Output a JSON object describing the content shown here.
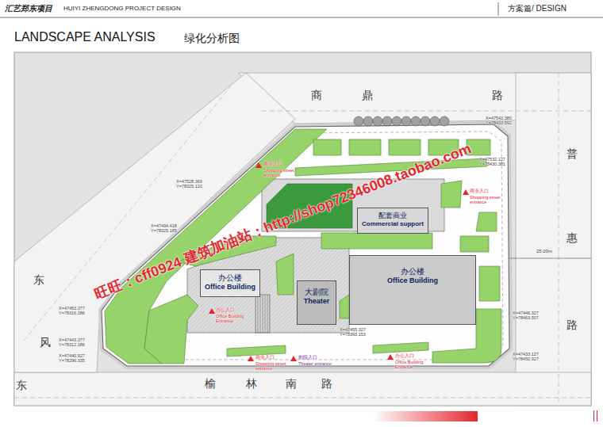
{
  "diagram": {
    "title": "LANDSCAPE ANALYSIS",
    "nodes": [
      {
        "text": [
          "配套商业",
          "Commercial support"
        ]
      },
      {
        "text": [
          "办公楼",
          "Office Building"
        ]
      },
      {
        "text": [
          "办公楼",
          "Office Building"
        ]
      },
      {
        "text": [
          "大剧院",
          "Theater"
        ]
      }
    ],
    "labels": [
      "汇艺郑东项目",
      "HUIYI ZHENGDONG PROJECT DESIGN",
      "方案篇/ DESIGN",
      "绿化分析图",
      "商",
      "鼎",
      "路",
      "普",
      "惠",
      "路",
      "东",
      "风",
      "东",
      "榆",
      "林",
      "南",
      "路",
      "旺旺：cff0924 建筑加油站：http://shop72346008.taobao.com",
      "商业入口",
      "Shopping street entrance",
      "商业入口",
      "Shopping street entrance",
      "办公入口",
      "Office Building Entrance",
      "商业入口",
      "Shopping street entrance",
      "剧院入口",
      "Theater entrance",
      "办公入口",
      "Office Building Entrance",
      "X=47543.380 Y=78433.592",
      "X=47532.127 Y=78430.381",
      "X=47528.369 Y=78325.120",
      "X=47494.418 Y=78325.185",
      "X=47453.377 Y=78316.186",
      "X=47443.377 Y=78312.186",
      "X=47440.927 Y=78296.335",
      "X=47455.327 Y=78393.153",
      "X=47446.327 Y=78463.507",
      "X=47433.127 Y=78450.927",
      "25.00m"
    ]
  }
}
